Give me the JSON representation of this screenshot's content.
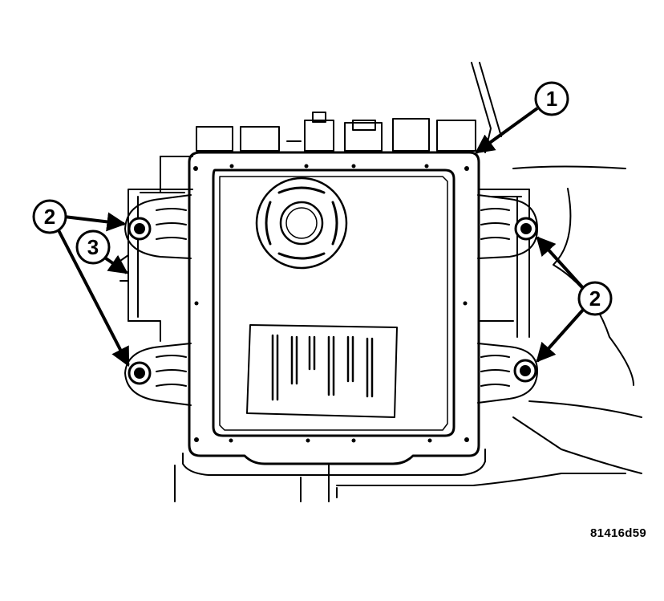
{
  "callouts": [
    {
      "id": "callout-1",
      "number": "1"
    },
    {
      "id": "callout-2-left",
      "number": "2"
    },
    {
      "id": "callout-3",
      "number": "3"
    },
    {
      "id": "callout-2-right",
      "number": "2"
    }
  ],
  "figure_id": "81416d59",
  "colors": {
    "line": "#000000",
    "background": "#ffffff"
  }
}
